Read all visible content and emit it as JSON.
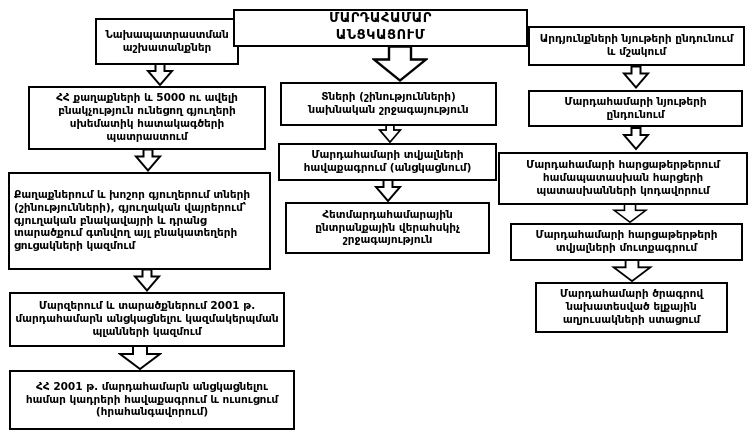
{
  "diagram": {
    "center_title": "ՄԱՐԴԱՀԱՄԱՐ\nԱՆՑԿԱՑՈՒՄ",
    "left_header": "Նախապատրաստման աշխատանքներ",
    "right_header": "Արդյունքների նյութերի ընդունում և մշակում",
    "left_column": [
      "ՀՀ քաղաքների և 5000 ու ավելի բնակչություն ունեցող գյուղերի սխեմատիկ հատակագծերի պատրաստում",
      "Քաղաքներում և խոշոր գյուղերում տների (շինությունների), գյուղական վայրերում՝ գյուղական բնակավայրի և դրանց տարածքում գտնվող այլ բնակատեղերի ցուցակների կազմում",
      "Մարզերում և տարածքներում 2001 թ. մարդահամարն անցկացնելու կազմակերպման պլանների կազմում",
      "ՀՀ 2001 թ. մարդահամարն անցկացնելու համար կադրերի հավաքագրում և ուսուցում (հրահանգավորում)"
    ],
    "middle_column": [
      "Տների (շինությունների) նախնական շրջագայություն",
      "Մարդահամարի տվյալների հավաքագրում (անցկացնում)",
      "Հետմարդահամարային ընտրանքային վերահսկիչ շրջագայություն"
    ],
    "right_column": [
      "Մարդահամարի նյութերի ընդունում",
      "Մարդահամարի հարցաթերթերում համապատասխան հարցերի պատասխանների կոդավորում",
      "Մարդահամարի հարցաթերթերի տվյալների մուտքագրում",
      "Մարդահամարի ծրագրով նախատեսված ելքային աղյուսակների ստացում"
    ],
    "colors": {
      "box_border": "#000000",
      "box_fill": "#ffffff",
      "text": "#000000"
    }
  }
}
